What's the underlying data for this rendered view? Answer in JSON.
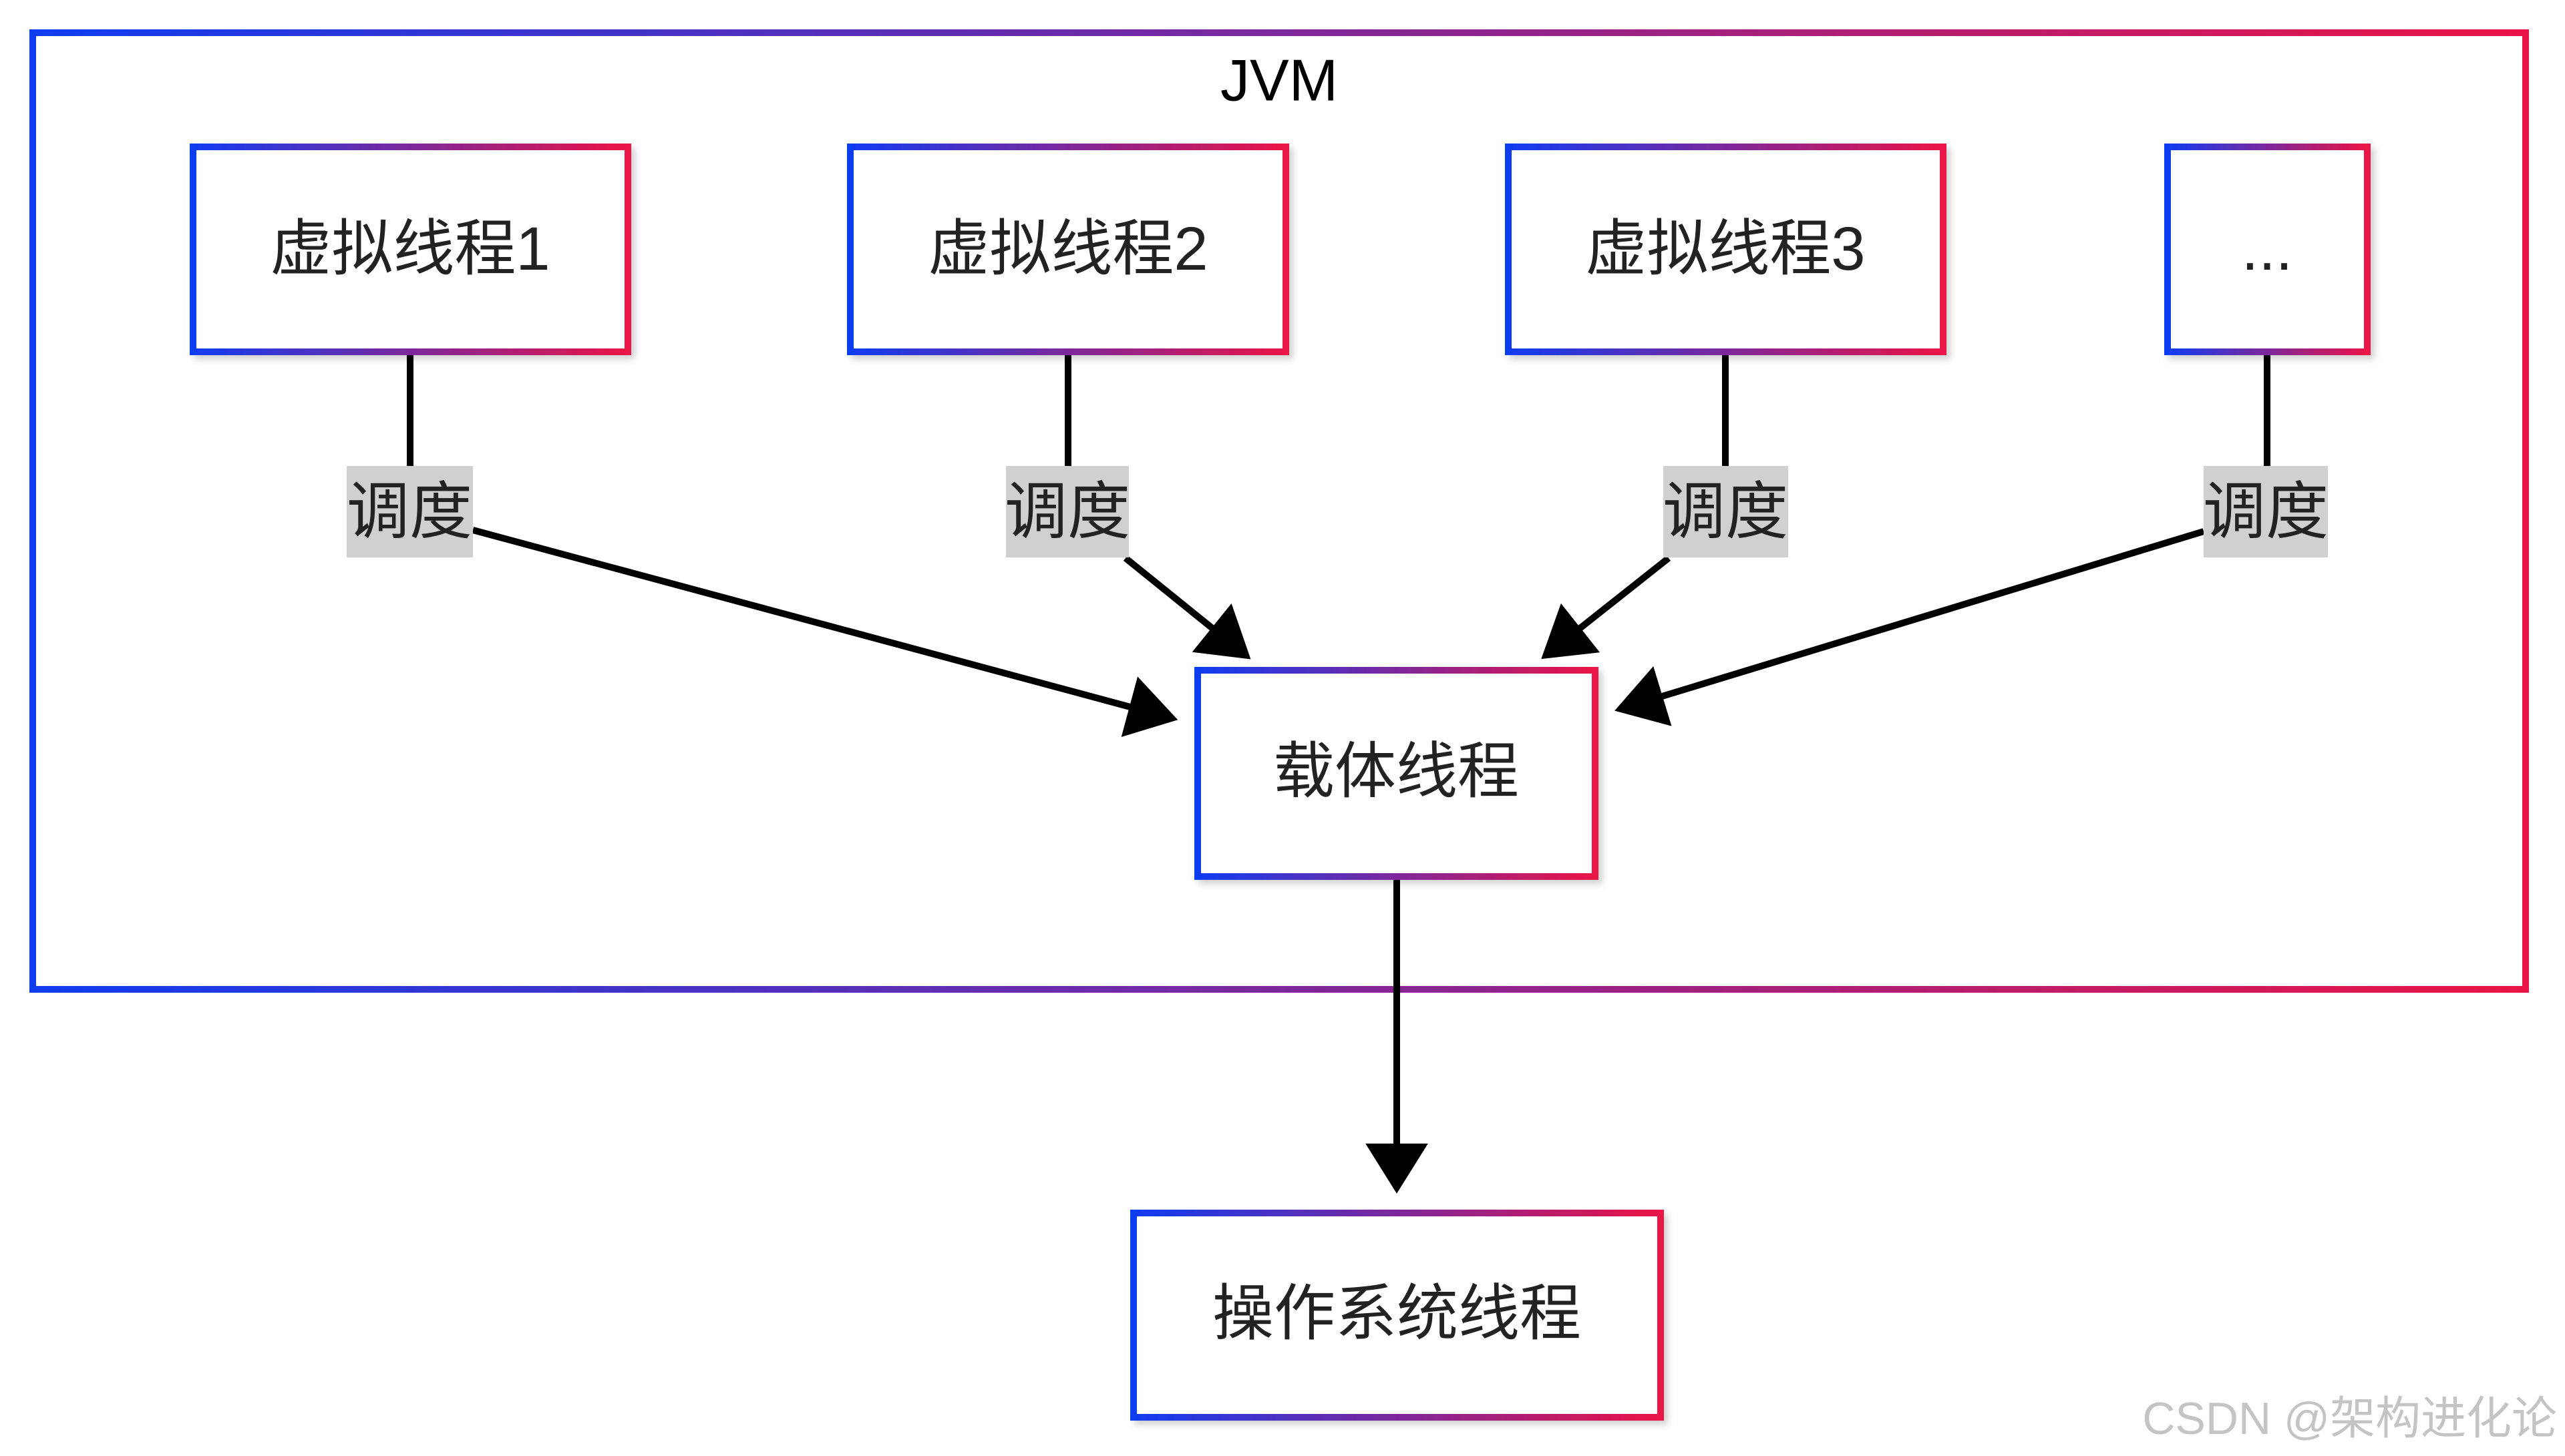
{
  "diagram": {
    "container_label": "JVM",
    "virtual_threads": [
      "虚拟线程1",
      "虚拟线程2",
      "虚拟线程3",
      "..."
    ],
    "schedule_labels": [
      "调度",
      "调度",
      "调度",
      "调度"
    ],
    "carrier_thread": "载体线程",
    "os_thread": "操作系统线程"
  },
  "watermark": "CSDN @架构进化论",
  "colors": {
    "border_gradient_start": "#0f3cf0",
    "border_gradient_end": "#ea1446",
    "edge_label_background": "#d0d0d0",
    "arrow": "#000000"
  }
}
